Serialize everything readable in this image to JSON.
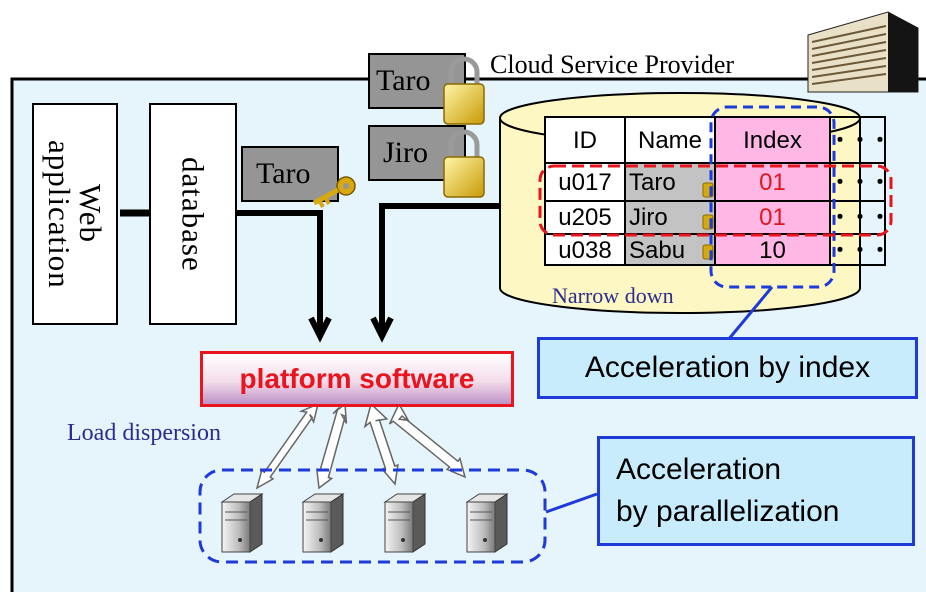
{
  "provider": {
    "label": "Cloud Service Provider"
  },
  "left_boxes": {
    "web_app": "Web application",
    "database": "database"
  },
  "key_tags": {
    "db_key_user": "Taro",
    "lock_user_1": "Taro",
    "lock_user_2": "Jiro"
  },
  "table": {
    "headers": [
      "ID",
      "Name",
      "Index"
    ],
    "more_marker": "・・・",
    "rows": [
      {
        "id": "u017",
        "name": "Taro",
        "index": "01"
      },
      {
        "id": "u205",
        "name": "Jiro",
        "index": "01"
      },
      {
        "id": "u038",
        "name": "Sabu",
        "index": "10"
      }
    ]
  },
  "labels": {
    "narrow_down": "Narrow down",
    "platform_software": "platform software",
    "load_dispersion": "Load dispersion"
  },
  "callouts": {
    "index": "Acceleration by index",
    "parallel_line1": "Acceleration",
    "parallel_line2": "by parallelization"
  },
  "servers": {
    "count": 4
  },
  "colors": {
    "background_panel": "#e6f4fc",
    "cylinder_fill": "#fdf7c3",
    "index_highlight": "#ffb8e6",
    "index_text": "#e0151d",
    "accent_red": "#e8141e",
    "accent_blue": "#1e3ad8",
    "callout_fill": "#c8ecfc",
    "label_navy": "#2b2d8e"
  },
  "icons": [
    "building-icon",
    "padlock-icon",
    "key-icon",
    "server-icon"
  ]
}
